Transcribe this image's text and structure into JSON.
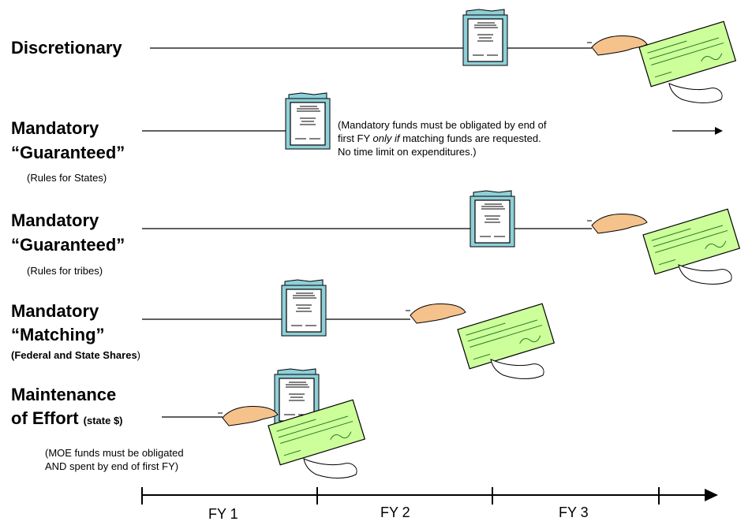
{
  "rows": {
    "discretionary": {
      "title": "Discretionary"
    },
    "mandatory_states": {
      "title_line1": "Mandatory",
      "title_line2": "“Guaranteed”",
      "subtitle": "(Rules for States)",
      "note_line1": "(Mandatory funds must be obligated by end of",
      "note_line2_pre": "first FY ",
      "note_line2_em": "only if",
      "note_line2_post": " matching funds are requested.",
      "note_line3": "No time limit on expenditures.)"
    },
    "mandatory_tribes": {
      "title_line1": "Mandatory",
      "title_line2": "“Guaranteed”",
      "subtitle": "(Rules for tribes)"
    },
    "matching": {
      "title_line1": "Mandatory",
      "title_line2": "“Matching”",
      "subtitle_bold": "(Federal and State Shares",
      "subtitle_end": ")"
    },
    "moe": {
      "title_line1": "Maintenance",
      "title_line2": "of Effort",
      "title_suffix": "(state $)",
      "note_line1": "(MOE funds must be obligated",
      "note_line2": "AND spent by end of first FY)"
    }
  },
  "timeline": {
    "labels": [
      "FY 1",
      "FY 2",
      "FY 3"
    ]
  },
  "icons": {
    "document": "obligation-document-icon",
    "check": "check-payment-icon",
    "hand": "hand-icon"
  },
  "colors": {
    "check_fill": "#ccff99",
    "document_frame": "#8fd0d8",
    "hand_fill": "#f5c28c"
  }
}
